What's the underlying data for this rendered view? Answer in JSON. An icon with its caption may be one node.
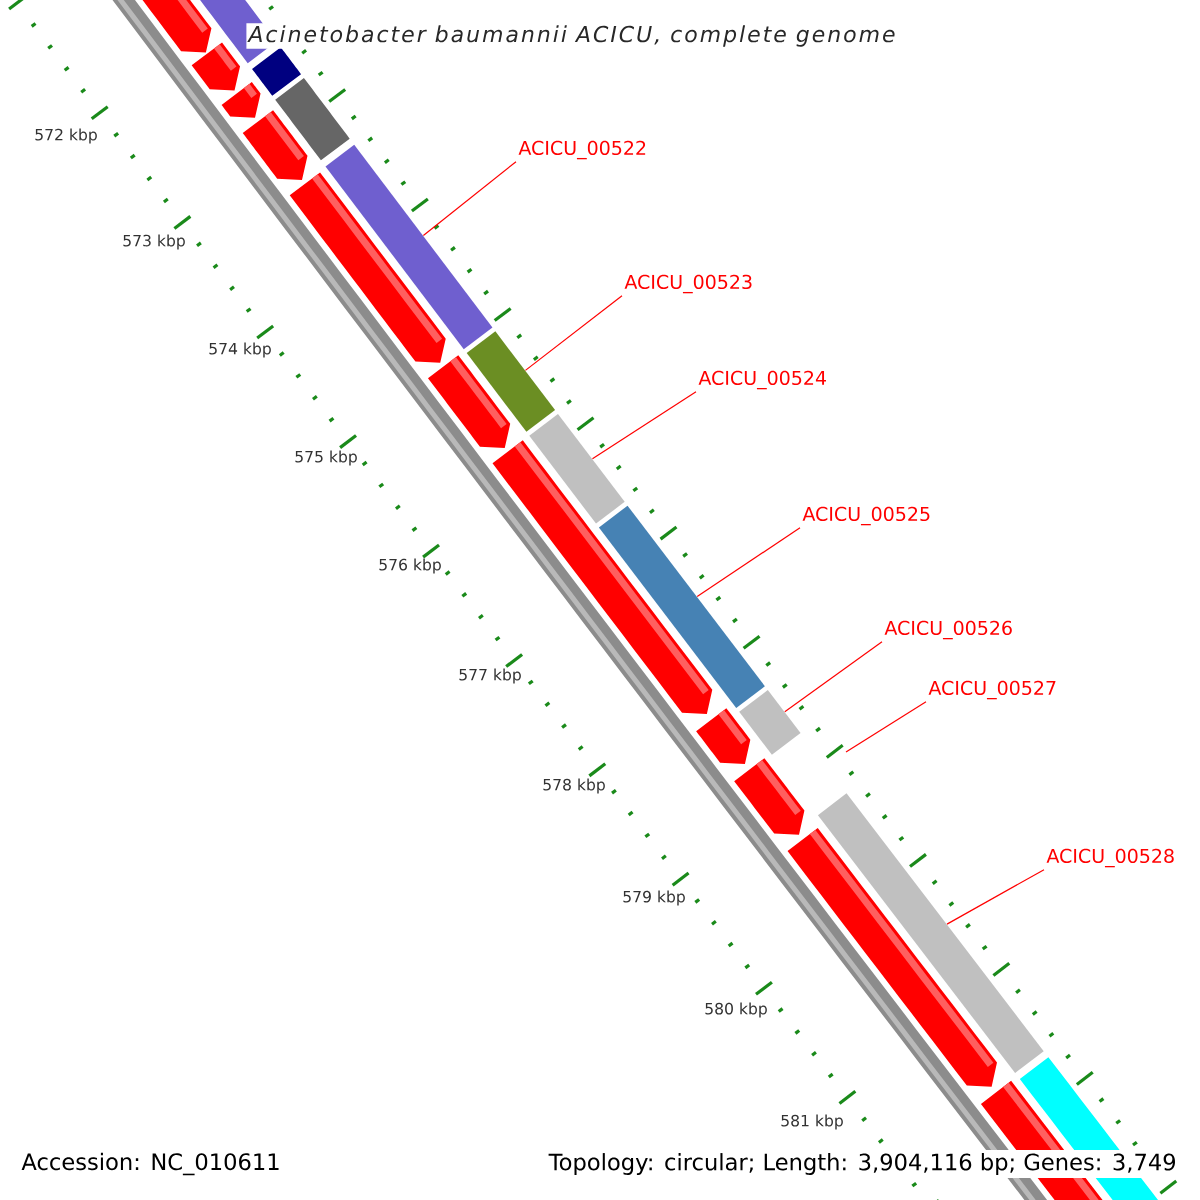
{
  "diagram": {
    "title": "Acinetobacter baumannii ACICU, complete genome",
    "nodes": [
      {
        "text": [
          "ACICU_00522"
        ]
      },
      {
        "text": [
          "ACICU_00523"
        ]
      },
      {
        "text": [
          "ACICU_00524"
        ]
      },
      {
        "text": [
          "ACICU_00525"
        ]
      },
      {
        "text": [
          "ACICU_00526"
        ]
      },
      {
        "text": [
          "ACICU_00527"
        ]
      },
      {
        "text": [
          "ACICU_00528"
        ]
      },
      {
        "text": [],
        "shape": "bar"
      },
      {
        "text": [],
        "shape": "bar"
      },
      {
        "text": [],
        "shape": "bar"
      },
      {
        "text": [],
        "shape": "bar"
      },
      {
        "text": [],
        "shape": "bar"
      },
      {
        "text": [],
        "shape": "bar"
      }
    ],
    "edges": [
      {
        "from": 0,
        "to": 7,
        "arrow": "none"
      },
      {
        "from": 1,
        "to": 8,
        "arrow": "none"
      },
      {
        "from": 2,
        "to": 9,
        "arrow": "none"
      },
      {
        "from": 3,
        "to": 10,
        "arrow": "none"
      },
      {
        "from": 4,
        "to": 11,
        "arrow": "none"
      },
      {
        "from": 5,
        "to": null,
        "arrow": "none"
      },
      {
        "from": 6,
        "to": 12,
        "arrow": "none"
      }
    ],
    "labels": [
      "572 kbp",
      "573 kbp",
      "574 kbp",
      "575 kbp",
      "576 kbp",
      "577 kbp",
      "578 kbp",
      "579 kbp",
      "580 kbp",
      "581 kbp",
      "Accession: NC_010611",
      "Topology: circular; Length: 3,904,116 bp; Genes: 3,749"
    ]
  }
}
